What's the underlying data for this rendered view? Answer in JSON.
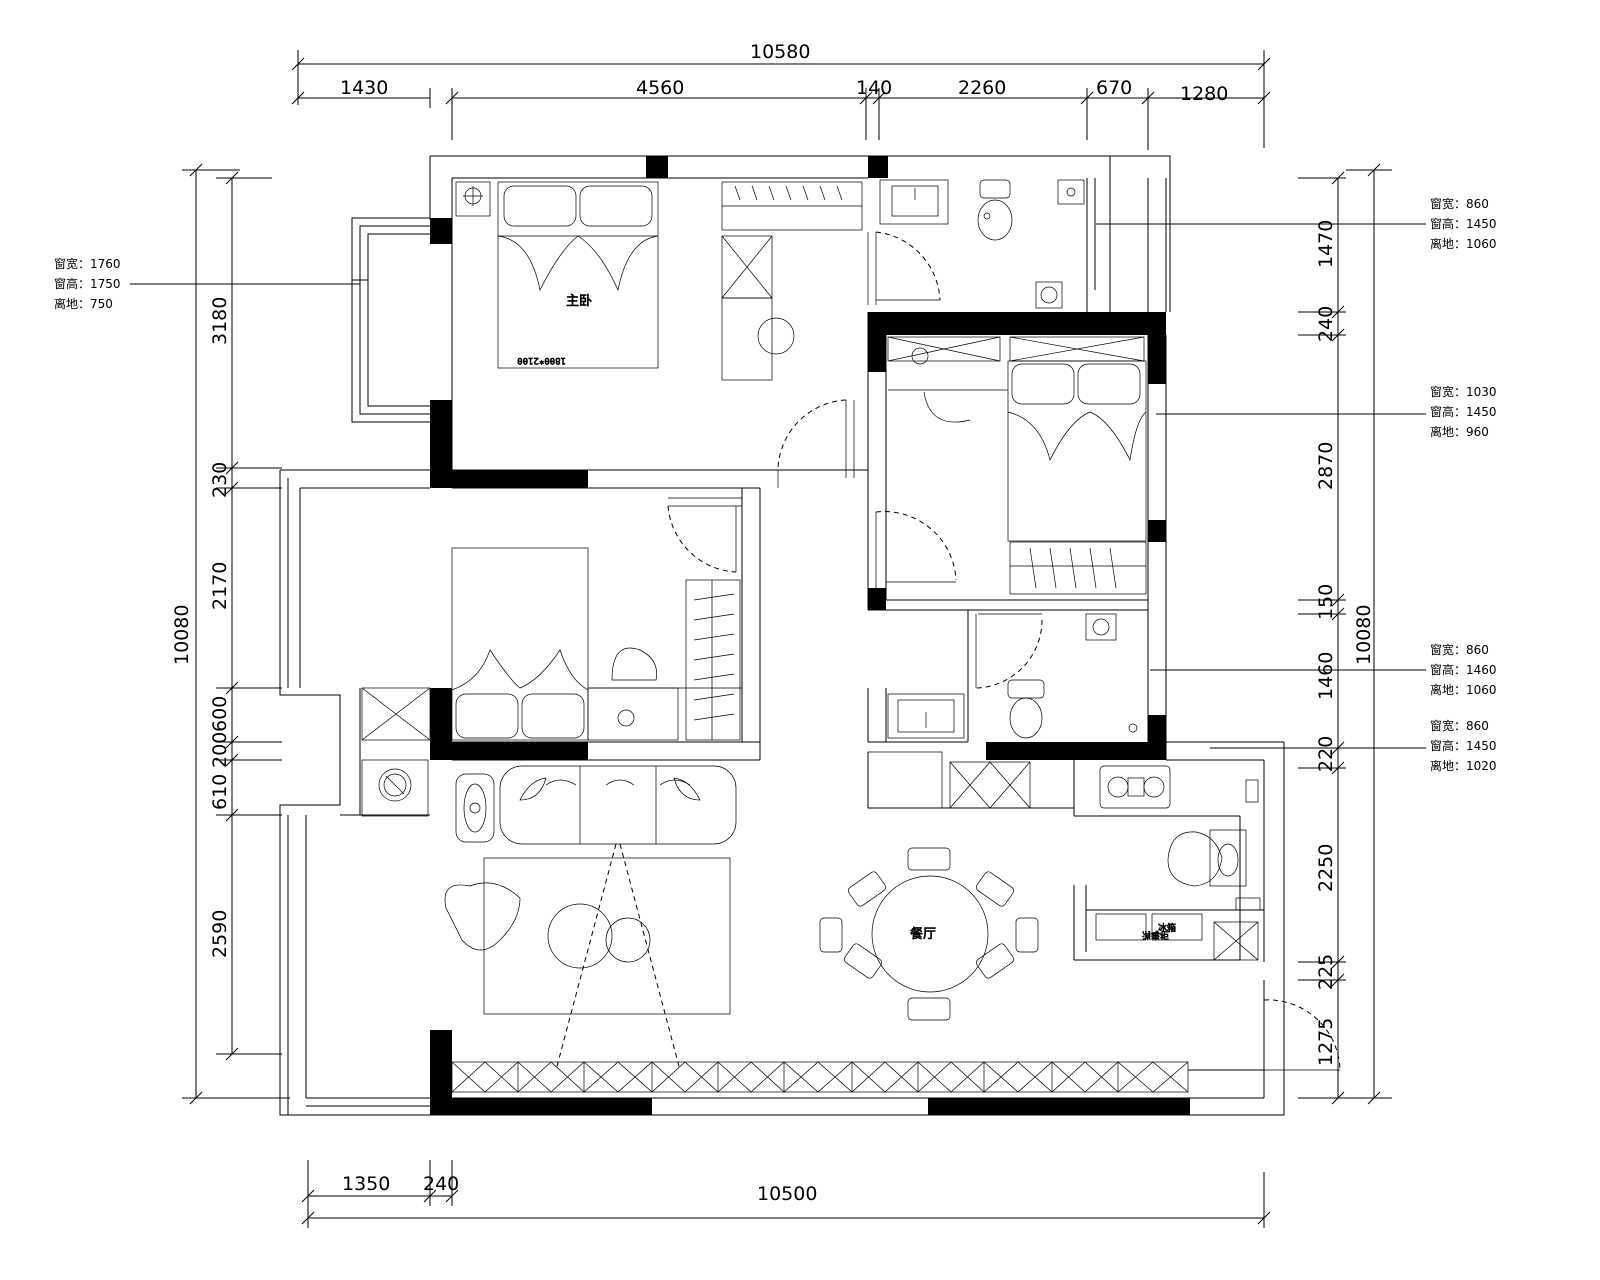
{
  "dimensions": {
    "top_total": "10580",
    "top_segments": [
      "1430",
      "4560",
      "140",
      "2260",
      "670",
      "1280"
    ],
    "bottom_total": "10500",
    "bottom_segments": [
      "1350",
      "240"
    ],
    "left_total": "10080",
    "left_segments": [
      "3180",
      "230",
      "2170",
      "600",
      "200",
      "610",
      "2590"
    ],
    "right_total": "10080",
    "right_segments": [
      "1470",
      "240",
      "2870",
      "150",
      "1460",
      "220",
      "2250",
      "225",
      "1275"
    ]
  },
  "window_notes": {
    "left_window": [
      "窗宽：1760",
      "窗高：1750",
      "离地：750"
    ],
    "bathroom_window": [
      "窗宽：860",
      "窗高：1450",
      "离地：1060"
    ],
    "bedroom2_window": [
      "窗宽：1030",
      "窗高：1450",
      "离地：960"
    ],
    "bathroom2_window": [
      "窗宽：860",
      "窗高：1460",
      "离地：1060"
    ],
    "kitchen_window": [
      "窗宽：860",
      "窗高：1450",
      "离地：1020"
    ]
  },
  "rooms": {
    "master_bedroom": "主卧",
    "dining": "餐厅"
  },
  "labels": {
    "bed_size": "1800*2100",
    "appliance_1": "消毒柜",
    "appliance_2": "冰箱"
  }
}
